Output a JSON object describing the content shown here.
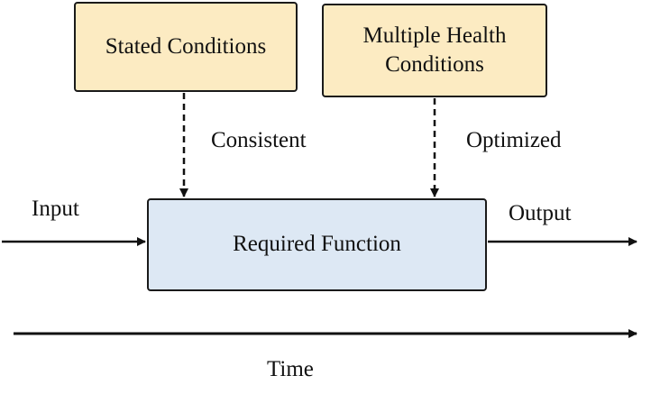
{
  "nodes": {
    "stated_conditions": "Stated Conditions",
    "multiple_health_line1": "Multiple Health",
    "multiple_health_line2": "Conditions",
    "required_function": "Required Function"
  },
  "edge_labels": {
    "consistent": "Consistent",
    "optimized": "Optimized",
    "input": "Input",
    "output": "Output"
  },
  "timeline": {
    "label": "Time"
  },
  "colors": {
    "condition_fill": "#fcebc2",
    "function_fill": "#dde8f4",
    "stroke": "#1a1a1a"
  }
}
